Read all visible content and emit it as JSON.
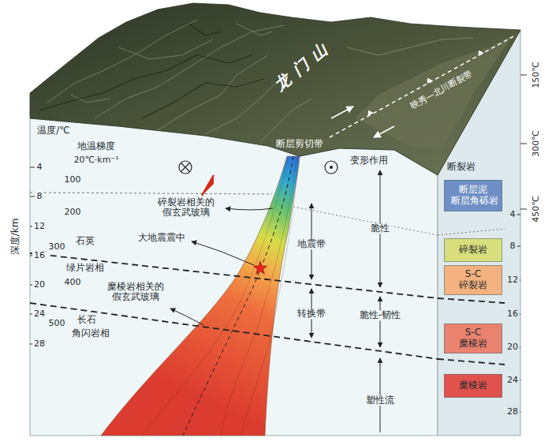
{
  "diagram": {
    "nodes": [
      {
        "text": [
          "断层泥",
          "断层角砾岩"
        ]
      },
      {
        "text": [
          "碎裂岩"
        ]
      },
      {
        "text": [
          "S-C 碎裂岩"
        ]
      },
      {
        "text": [
          "S-C 糜棱岩"
        ]
      },
      {
        "text": [
          "糜棱岩"
        ]
      }
    ],
    "labels": [
      "龙门山",
      "映秀—北川断裂带",
      "温度/℃",
      "地温梯度",
      "20℃·km⁻¹",
      "断层剪切带",
      "变形作用",
      "150℃",
      "300℃",
      "450℃",
      "断裂岩",
      "4",
      "8",
      "12",
      "16",
      "20",
      "24",
      "28",
      "100",
      "200",
      "300",
      "400",
      "500",
      "深度/km",
      "碎裂岩相关的假玄武玻璃",
      "大地震震中",
      "糜棱岩相关的假玄武玻璃",
      "石英",
      "绿片岩相",
      "长石",
      "角闪岩相",
      "地震带",
      "转换带",
      "脆性",
      "脆性-韧性",
      "塑性流",
      "4",
      "8",
      "12",
      "16",
      "20",
      "24",
      "28"
    ]
  }
}
